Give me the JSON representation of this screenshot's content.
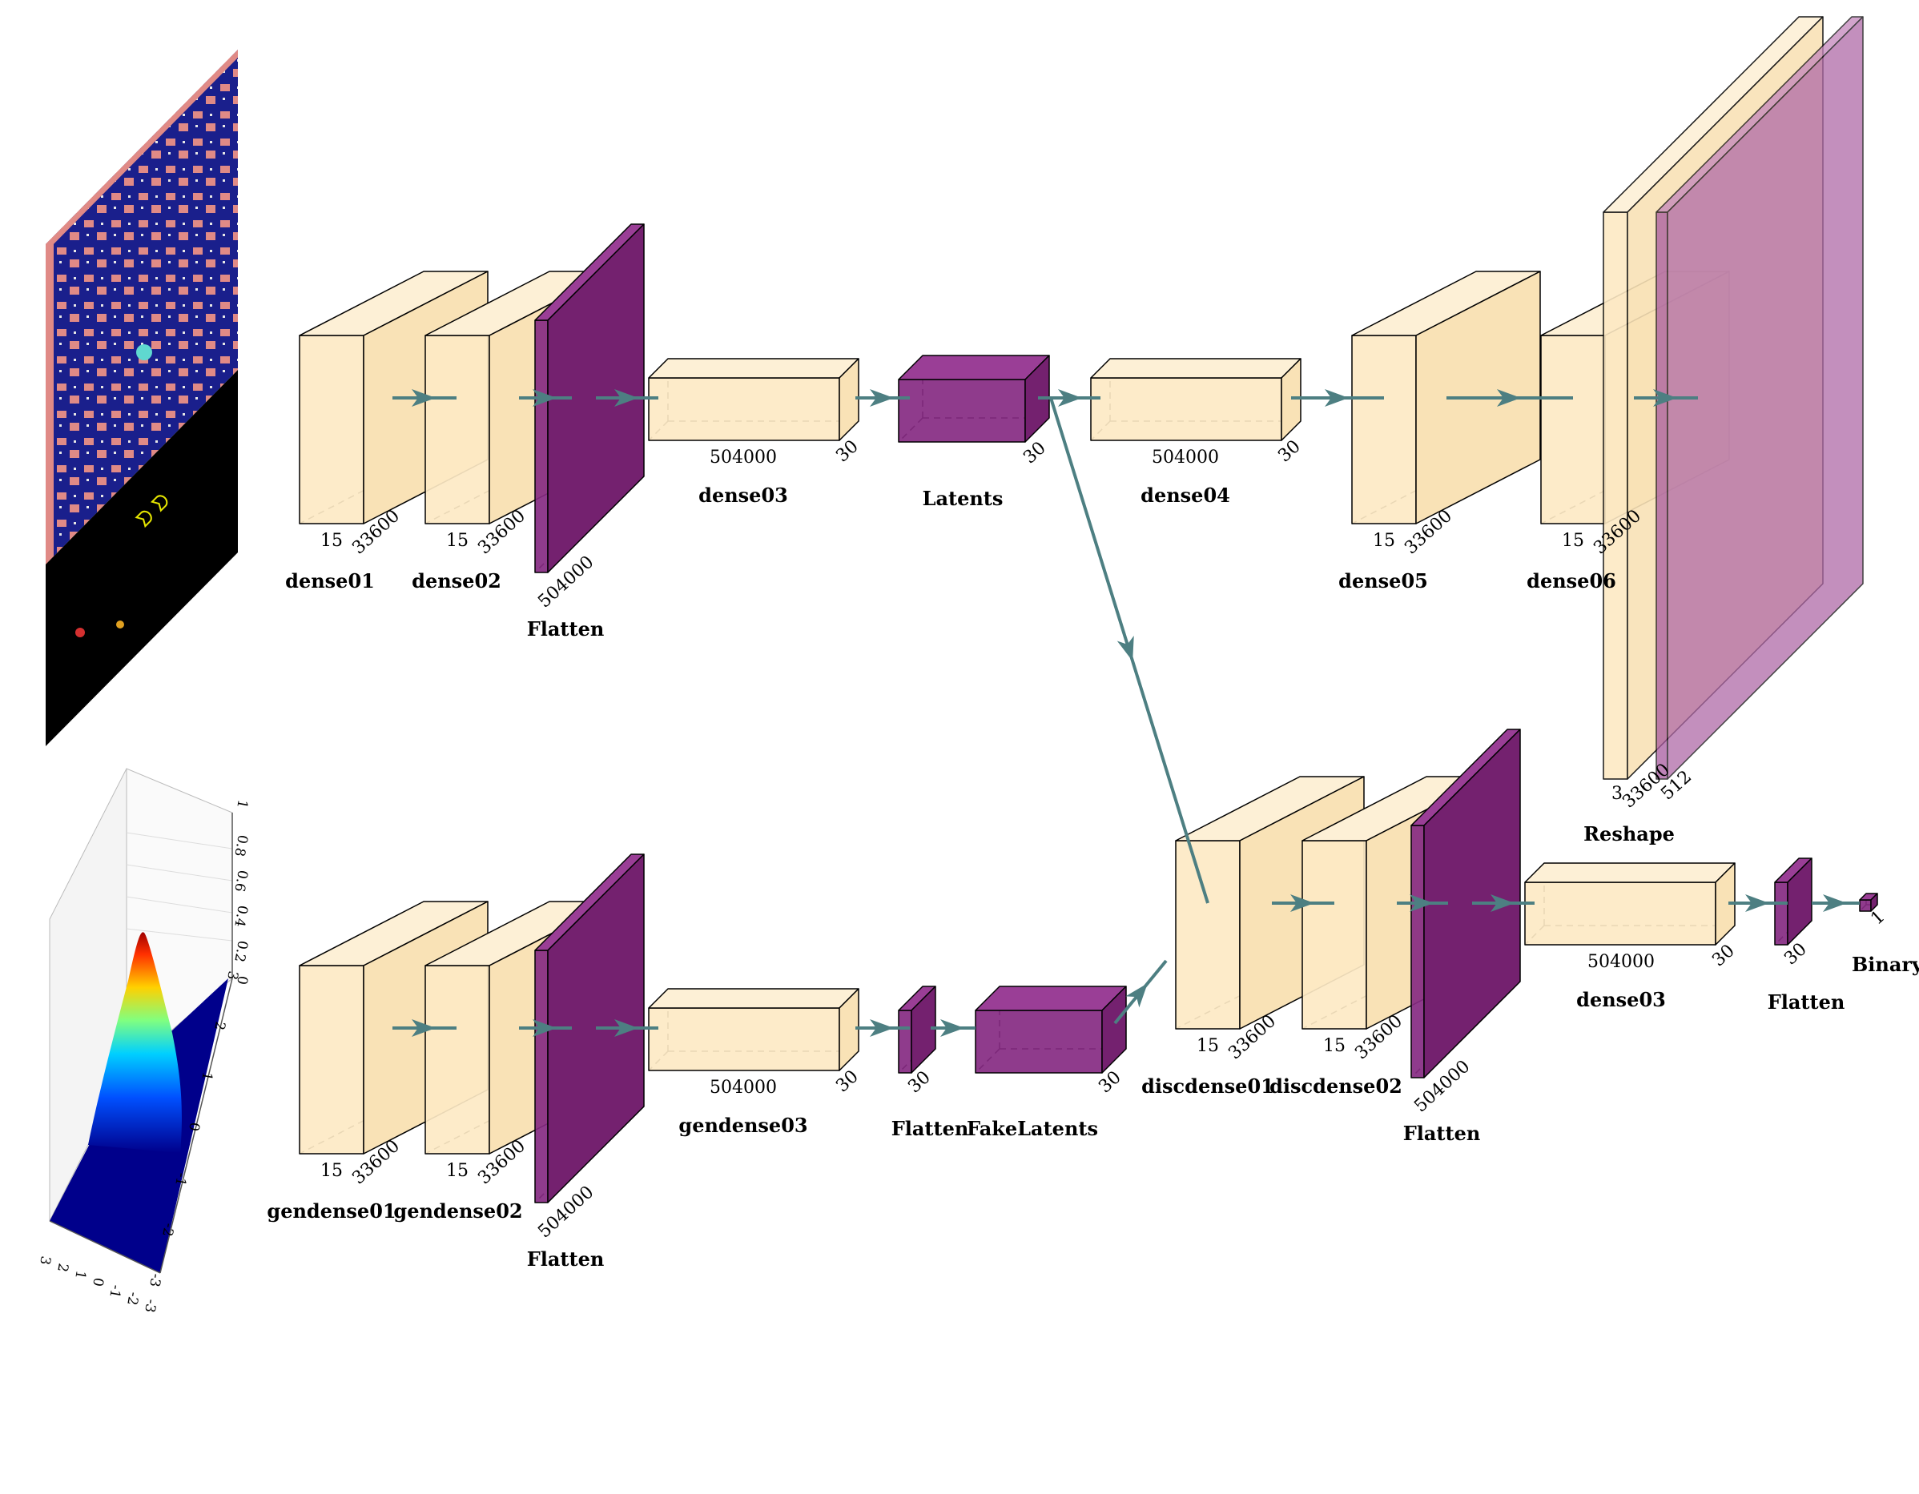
{
  "colors": {
    "dense_fill": "#fde9c4",
    "dense_side": "#f9e2b6",
    "dense_top": "#fdf0d6",
    "flatten_fill": "#852a82",
    "flatten_side": "#74216f",
    "flatten_top": "#9a3e96",
    "reshape_output": "#a85a9f",
    "arrow": "#4d7f82",
    "arrow_dark": "#3b6568"
  },
  "thumbnails": {
    "game_frame": "pacman-game-frame",
    "gaussian_surface": "gaussian-surface-plot",
    "plot_ticks_z": [
      "1",
      "0.8",
      "0.6",
      "0.4",
      "0.2",
      "0"
    ],
    "plot_ticks_x": [
      "3",
      "2",
      "1",
      "0",
      "-1",
      "-2",
      "-3"
    ],
    "plot_ticks_y": [
      "-3",
      "-2",
      "-1",
      "0",
      "1",
      "2",
      "3"
    ]
  },
  "encoder": {
    "dense01": {
      "label": "dense01",
      "d1": "15",
      "d2": "33600"
    },
    "dense02": {
      "label": "dense02",
      "d1": "15",
      "d2": "33600"
    },
    "flatten": {
      "label": "Flatten",
      "d": "504000"
    },
    "dense03": {
      "label": "dense03",
      "d1": "504000",
      "d2": "30"
    },
    "latents": {
      "label": "Latents",
      "d": "30"
    },
    "dense04": {
      "label": "dense04",
      "d1": "504000",
      "d2": "30"
    },
    "dense05": {
      "label": "dense05",
      "d1": "15",
      "d2": "33600"
    },
    "dense06": {
      "label": "dense06",
      "d1": "15",
      "d2": "33600"
    },
    "reshape": {
      "label": "Reshape",
      "d1": "3",
      "d2": "33600",
      "d3": "512"
    }
  },
  "generator": {
    "gendense01": {
      "label": "gendense01",
      "d1": "15",
      "d2": "33600"
    },
    "gendense02": {
      "label": "gendense02",
      "d1": "15",
      "d2": "33600"
    },
    "flatten": {
      "label": "Flatten",
      "d": "504000"
    },
    "gendense03": {
      "label": "gendense03",
      "d1": "504000",
      "d2": "30"
    },
    "flatten2": {
      "label": "Flatten",
      "d": "30"
    },
    "fakelatents": {
      "label": "FakeLatents",
      "d": "30"
    }
  },
  "discriminator": {
    "discdense01": {
      "label": "discdense01",
      "d1": "15",
      "d2": "33600"
    },
    "discdense02": {
      "label": "discdense02",
      "d1": "15",
      "d2": "33600"
    },
    "flatten": {
      "label": "Flatten",
      "d": "504000"
    },
    "dense03": {
      "label": "dense03",
      "d1": "504000",
      "d2": "30"
    },
    "flatten2": {
      "label": "Flatten",
      "d": "30"
    },
    "binary": {
      "label": "Binary",
      "d": "1"
    }
  }
}
